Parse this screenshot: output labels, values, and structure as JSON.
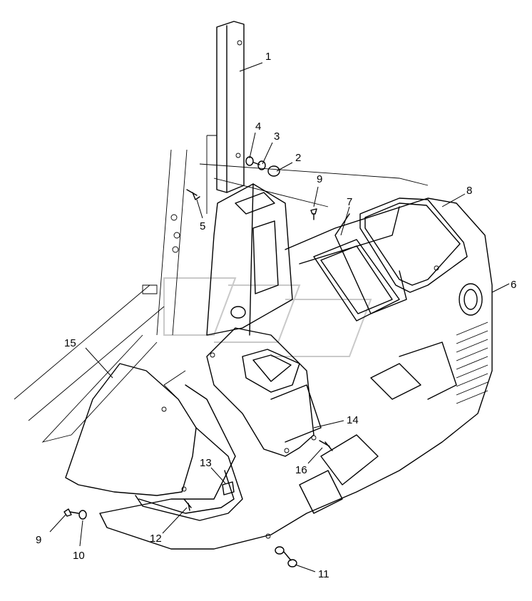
{
  "diagram": {
    "callouts": [
      "1",
      "2",
      "3",
      "4",
      "5",
      "6",
      "7",
      "8",
      "9",
      "9",
      "10",
      "11",
      "12",
      "13",
      "14",
      "15",
      "16"
    ]
  },
  "colors": {
    "line": "#000000",
    "background": "#ffffff",
    "watermark": "#c9c9c9"
  }
}
